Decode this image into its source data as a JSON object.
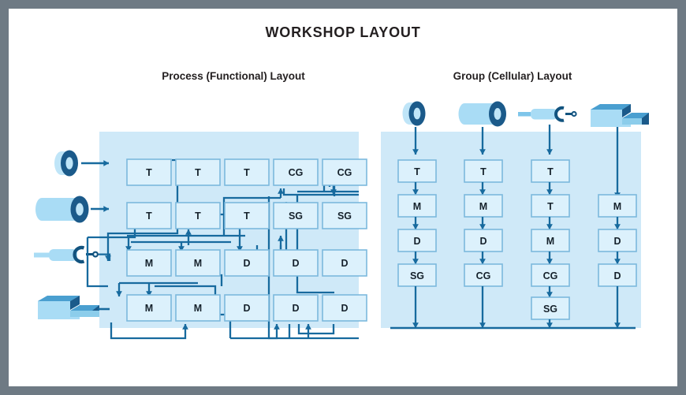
{
  "page": {
    "title": "WORKSHOP LAYOUT",
    "frame_color": "#6e7a84",
    "background": "#ffffff"
  },
  "palette": {
    "panel_fill": "#cfe9f8",
    "box_fill": "#dcf1fc",
    "box_stroke": "#7cb9dd",
    "arrow": "#176a9e",
    "dark_blue": "#1b5a8a",
    "mid_blue": "#2e82bb",
    "light_blue": "#a9dcf5",
    "pale_blue": "#bfe5f8",
    "text": "#231f20"
  },
  "panels": [
    {
      "id": "process-layout",
      "title": "Process (Functional) Layout",
      "machine_labels": [
        "T",
        "M",
        "D",
        "CG",
        "SG"
      ],
      "grid": {
        "rows": 4,
        "cols": 5,
        "cells": [
          [
            "T",
            "T",
            "T",
            "CG",
            "CG"
          ],
          [
            "T",
            "T",
            "T",
            "SG",
            "SG"
          ],
          [
            "M",
            "M",
            "D",
            "D",
            "D"
          ],
          [
            "M",
            "M",
            "D",
            "D",
            "D"
          ]
        ]
      },
      "inputs": [
        {
          "icon": "ring-washer-icon",
          "name": "product-ring"
        },
        {
          "icon": "cylinder-tube-icon",
          "name": "product-tube"
        },
        {
          "icon": "stepped-shaft-icon",
          "name": "product-shaft"
        },
        {
          "icon": "block-tenon-icon",
          "name": "product-block"
        }
      ]
    },
    {
      "id": "group-layout",
      "title": "Group (Cellular) Layout",
      "machine_labels": [
        "T",
        "M",
        "D",
        "CG",
        "SG"
      ],
      "cells": [
        {
          "name": "cell-1",
          "input_icon": "ring-washer-icon",
          "sequence": [
            "T",
            "M",
            "D",
            "SG"
          ]
        },
        {
          "name": "cell-2",
          "input_icon": "cylinder-tube-icon",
          "sequence": [
            "T",
            "M",
            "D",
            "CG"
          ]
        },
        {
          "name": "cell-3",
          "input_icon": "stepped-shaft-icon",
          "sequence": [
            "T",
            "T",
            "M",
            "CG",
            "SG"
          ]
        },
        {
          "name": "cell-4",
          "input_icon": "block-tenon-icon",
          "sequence": [
            "M",
            "D",
            "D"
          ]
        }
      ]
    }
  ]
}
